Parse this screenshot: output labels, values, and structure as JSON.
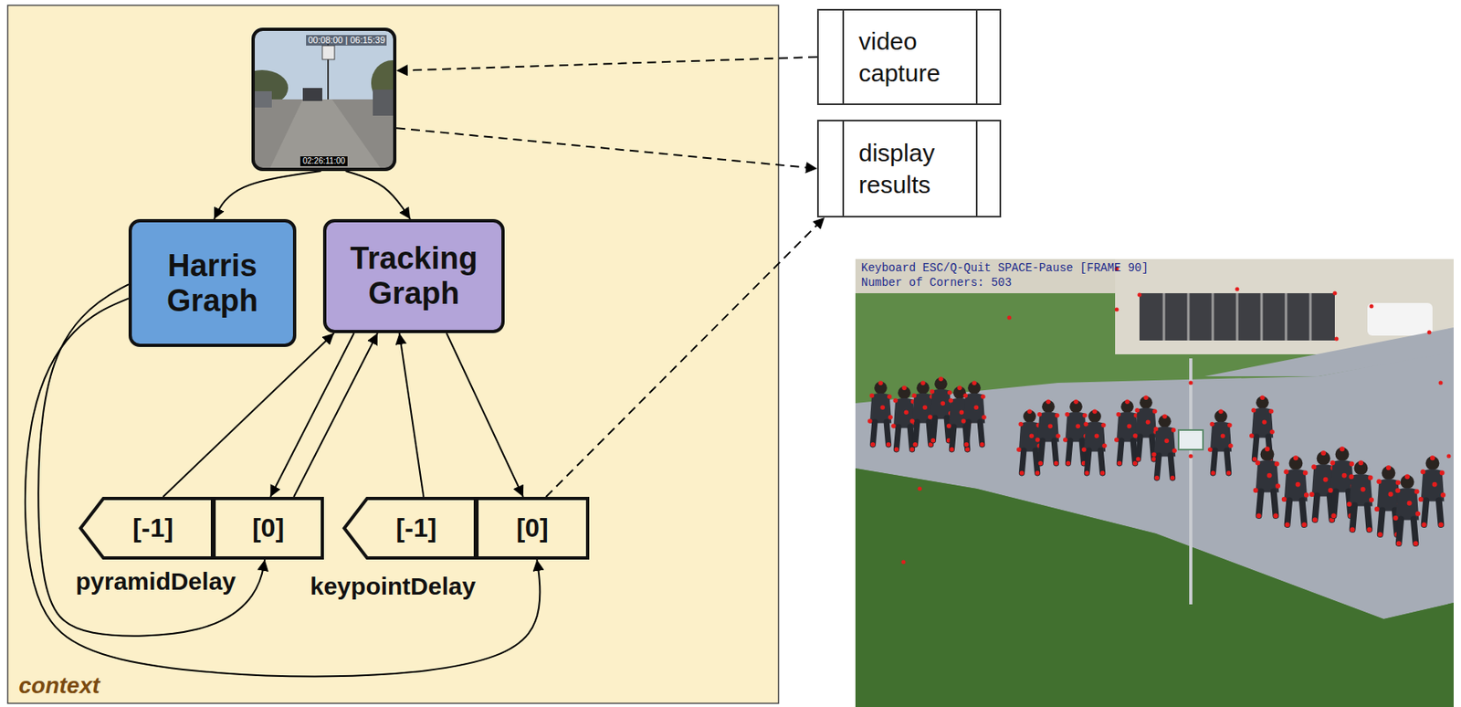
{
  "diagram": {
    "nodes": [
      {
        "text": [
          "context"
        ]
      },
      {
        "text": [
          "00:08:00 | 06:15:39",
          "02:26:11:00"
        ],
        "in": 0
      },
      {
        "text": [
          "video capture"
        ]
      },
      {
        "text": [
          "display results"
        ]
      },
      {
        "text": [
          "Harris Graph"
        ],
        "in": 0
      },
      {
        "text": [
          "Tracking Graph"
        ],
        "in": 0
      },
      {
        "text": [
          "pyramidDelay"
        ],
        "in": 0
      },
      {
        "text": [
          "[-1]"
        ],
        "in": 6
      },
      {
        "text": [
          "[0]"
        ],
        "in": 6
      },
      {
        "text": [
          "keypointDelay"
        ],
        "in": 0
      },
      {
        "text": [
          "[-1]"
        ],
        "in": 9
      },
      {
        "text": [
          "[0]"
        ],
        "in": 9
      }
    ],
    "edges": [
      {
        "from": 2,
        "to": 1,
        "arrow": "to"
      },
      {
        "from": 1,
        "to": 3,
        "arrow": "to"
      },
      {
        "from": 1,
        "to": 4,
        "arrow": "to"
      },
      {
        "from": 1,
        "to": 5,
        "arrow": "to"
      },
      {
        "from": 4,
        "to": 8,
        "arrow": "to"
      },
      {
        "from": 4,
        "to": 11,
        "arrow": "to"
      },
      {
        "from": 7,
        "to": 5,
        "arrow": "to"
      },
      {
        "from": 5,
        "to": 8,
        "arrow": "to"
      },
      {
        "from": 8,
        "to": 5,
        "arrow": "to"
      },
      {
        "from": 10,
        "to": 5,
        "arrow": "to"
      },
      {
        "from": 5,
        "to": 11,
        "arrow": "to"
      },
      {
        "from": 11,
        "to": 3,
        "arrow": "to"
      }
    ],
    "labels": [
      "Keyboard ESC/Q-Quit SPACE-Pause [FRAME 90]",
      "Number of Corners: 503"
    ]
  }
}
